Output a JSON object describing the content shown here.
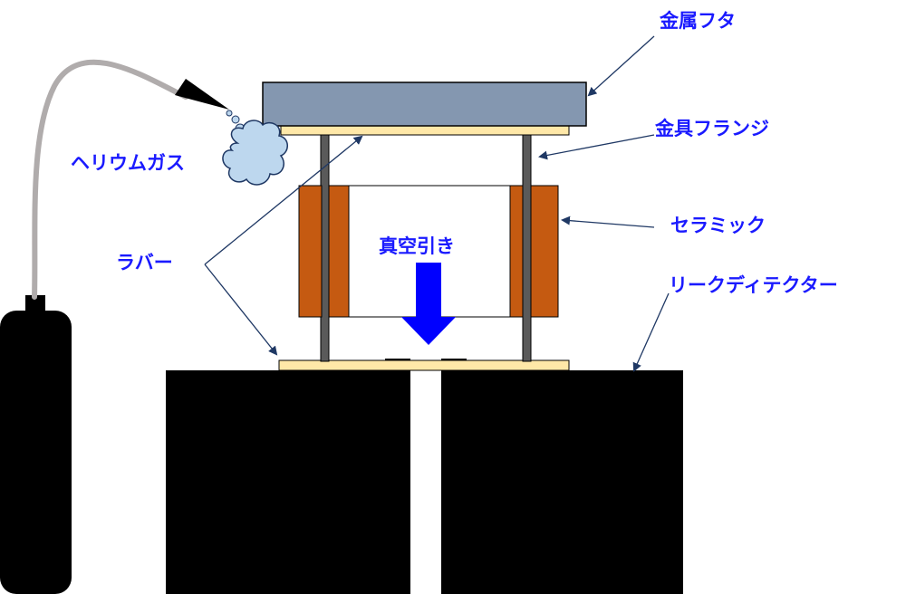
{
  "labels": {
    "metal_lid": "金属フタ",
    "metal_flange": "金具フランジ",
    "ceramic": "セラミック",
    "leak_detector": "リークディテクター",
    "helium_gas": "ヘリウムガス",
    "rubber": "ラバー",
    "vacuum": "真空引き"
  },
  "colors": {
    "label_text": "#1a1aff",
    "leader_line": "#1f3864",
    "metal_lid": "#8497b0",
    "rubber": "#ffe8a8",
    "ceramic": "#c55a11",
    "rod": "#5a5a5a",
    "detector": "#000000",
    "cylinder": "#000000",
    "hose": "#b0acac",
    "helium_cloud": "#bdd7ee",
    "vacuum_arrow": "#0000ff"
  },
  "icons": {
    "gas_nozzle": "nozzle-icon",
    "helium_cloud": "cloud-icon"
  }
}
